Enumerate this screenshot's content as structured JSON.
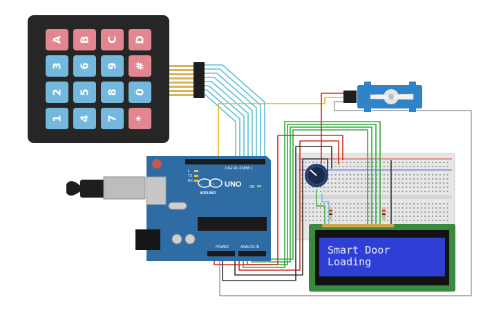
{
  "keypad": {
    "keys": [
      {
        "label": "A",
        "color": "#e3868f"
      },
      {
        "label": "B",
        "color": "#e3868f"
      },
      {
        "label": "C",
        "color": "#e3868f"
      },
      {
        "label": "D",
        "color": "#e3868f"
      },
      {
        "label": "3",
        "color": "#74b8de"
      },
      {
        "label": "6",
        "color": "#74b8de"
      },
      {
        "label": "9",
        "color": "#74b8de"
      },
      {
        "label": "#",
        "color": "#e3868f"
      },
      {
        "label": "2",
        "color": "#74b8de"
      },
      {
        "label": "5",
        "color": "#74b8de"
      },
      {
        "label": "8",
        "color": "#74b8de"
      },
      {
        "label": "0",
        "color": "#74b8de"
      },
      {
        "label": "1",
        "color": "#74b8de"
      },
      {
        "label": "4",
        "color": "#74b8de"
      },
      {
        "label": "7",
        "color": "#74b8de"
      },
      {
        "label": "*",
        "color": "#e3868f"
      }
    ]
  },
  "arduino": {
    "brand": "ARDUINO",
    "model": "UNO",
    "on_label": "ON",
    "digital_label": "DIGITAL (PWM~)",
    "power_label": "POWER",
    "analog_label": "ANALOG IN",
    "tx_label": "TX",
    "rx_label": "RX",
    "l_label": "L"
  },
  "lcd": {
    "line1": "Smart Door",
    "line2": "Loading"
  },
  "colors": {
    "board": "#2f6ca3",
    "lcd_screen": "#2f3fd6",
    "lcd_pcb": "#3a8a3e",
    "wire_cyan": "#5ec1d6",
    "wire_green": "#2faa3c",
    "wire_red": "#d42a1e",
    "wire_black": "#333333",
    "wire_yellow": "#e9b21c",
    "wire_gray": "#9a9a9a"
  }
}
